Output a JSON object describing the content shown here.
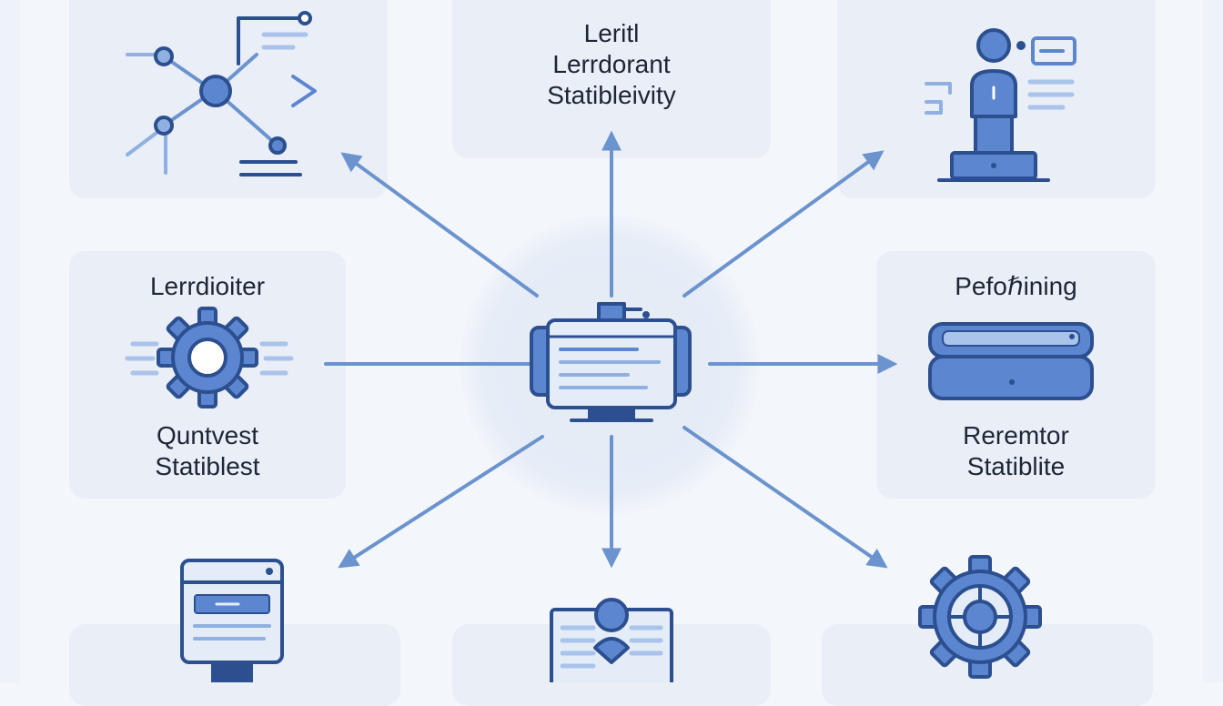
{
  "nodes": {
    "top_center": {
      "lines": [
        "Leritl",
        "Lerrdorant",
        "Statibleivity"
      ]
    },
    "mid_left_top": {
      "lines": [
        "Lerrdioiter"
      ]
    },
    "mid_left_bottom": {
      "lines": [
        "Quntvest",
        "Statiblest"
      ]
    },
    "mid_right_top": {
      "lines": [
        "Pefoℏining"
      ]
    },
    "mid_right_bottom": {
      "lines": [
        "Reremtor",
        "Statiblite"
      ]
    }
  },
  "colors": {
    "background": "#f3f6fb",
    "card": "#e9eef7",
    "line": "#6b93cd",
    "icon_stroke": "#2c4f8f",
    "icon_fill": "#5c86cf",
    "icon_light": "#a9c3ea"
  },
  "icons": [
    "network-icon",
    "person-desk-icon",
    "gear-icon",
    "server-stack-icon",
    "computer-hub-icon",
    "browser-window-icon",
    "user-card-icon",
    "settings-cog-icon"
  ]
}
